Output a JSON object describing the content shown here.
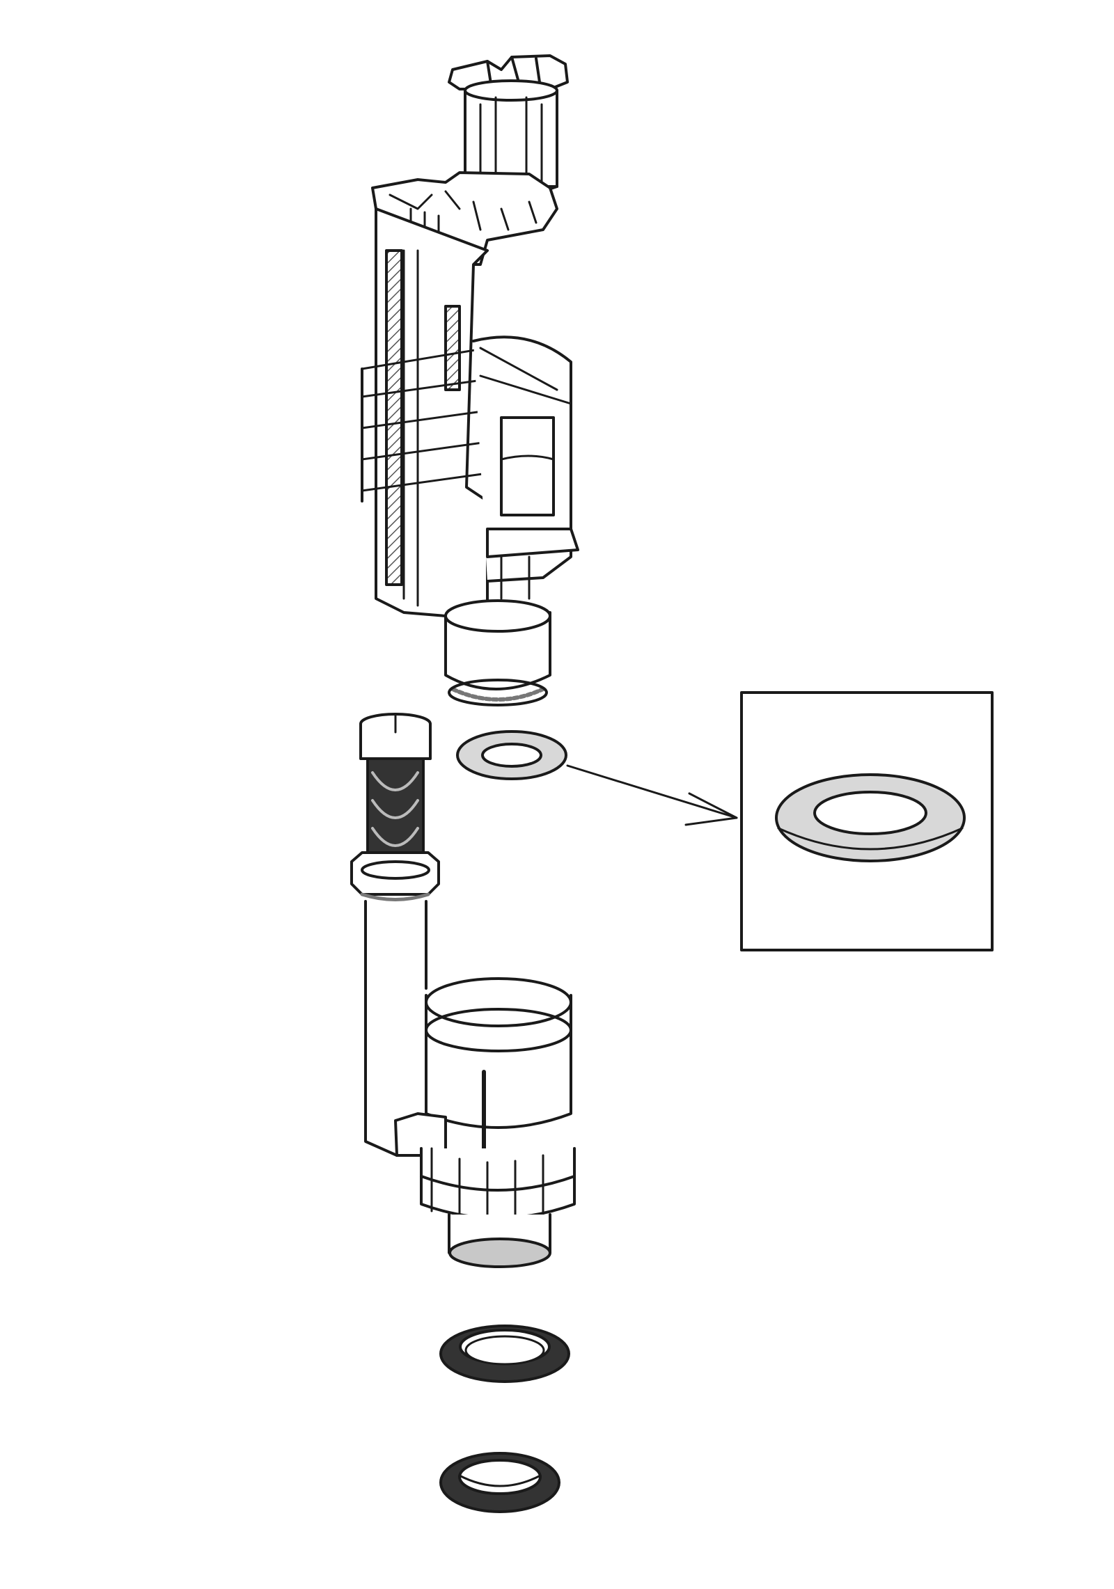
{
  "diagram": {
    "kind": "exploded-parts-view",
    "labels": [],
    "colors": {
      "background": "#ffffff",
      "line": "#1a1a1a",
      "part_fill": "#ffffff",
      "seal_fill": "#e0e0e0",
      "hatch": "#555555"
    },
    "parts": [
      {
        "id": "flush-valve-upper-assembly",
        "icon": "valve-body-icon"
      },
      {
        "id": "overflow-tube",
        "icon": "tube-icon"
      },
      {
        "id": "flat-washer",
        "icon": "washer-icon"
      },
      {
        "id": "lower-valve-body",
        "icon": "valve-base-icon"
      },
      {
        "id": "seal-ring-upper",
        "icon": "seal-ring-icon"
      },
      {
        "id": "seal-ring-lower",
        "icon": "seal-ring-icon"
      },
      {
        "id": "washer-detail-callout",
        "icon": "washer-icon"
      }
    ]
  }
}
